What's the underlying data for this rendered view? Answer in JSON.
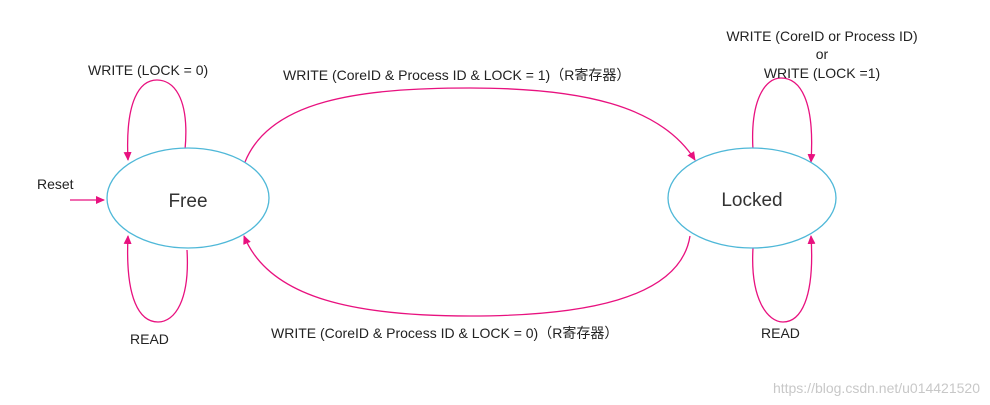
{
  "colors": {
    "edge": "#e8117f",
    "state_border": "#4fb8d8",
    "text": "#222222",
    "watermark": "#c8c8c8"
  },
  "states": {
    "free": "Free",
    "locked": "Locked"
  },
  "transitions": {
    "reset": "Reset",
    "free_self_write": "WRITE (LOCK = 0)",
    "free_self_read": "READ",
    "free_to_locked": "WRITE (CoreID & Process ID & LOCK = 1)（R寄存器）",
    "locked_to_free": "WRITE (CoreID & Process ID & LOCK = 0)（R寄存器）",
    "locked_self_write_line1": "WRITE (CoreID or Process ID)",
    "locked_self_write_line2": "or",
    "locked_self_write_line3": "WRITE (LOCK =1)",
    "locked_self_read": "READ"
  },
  "watermark": "https://blog.csdn.net/u014421520"
}
